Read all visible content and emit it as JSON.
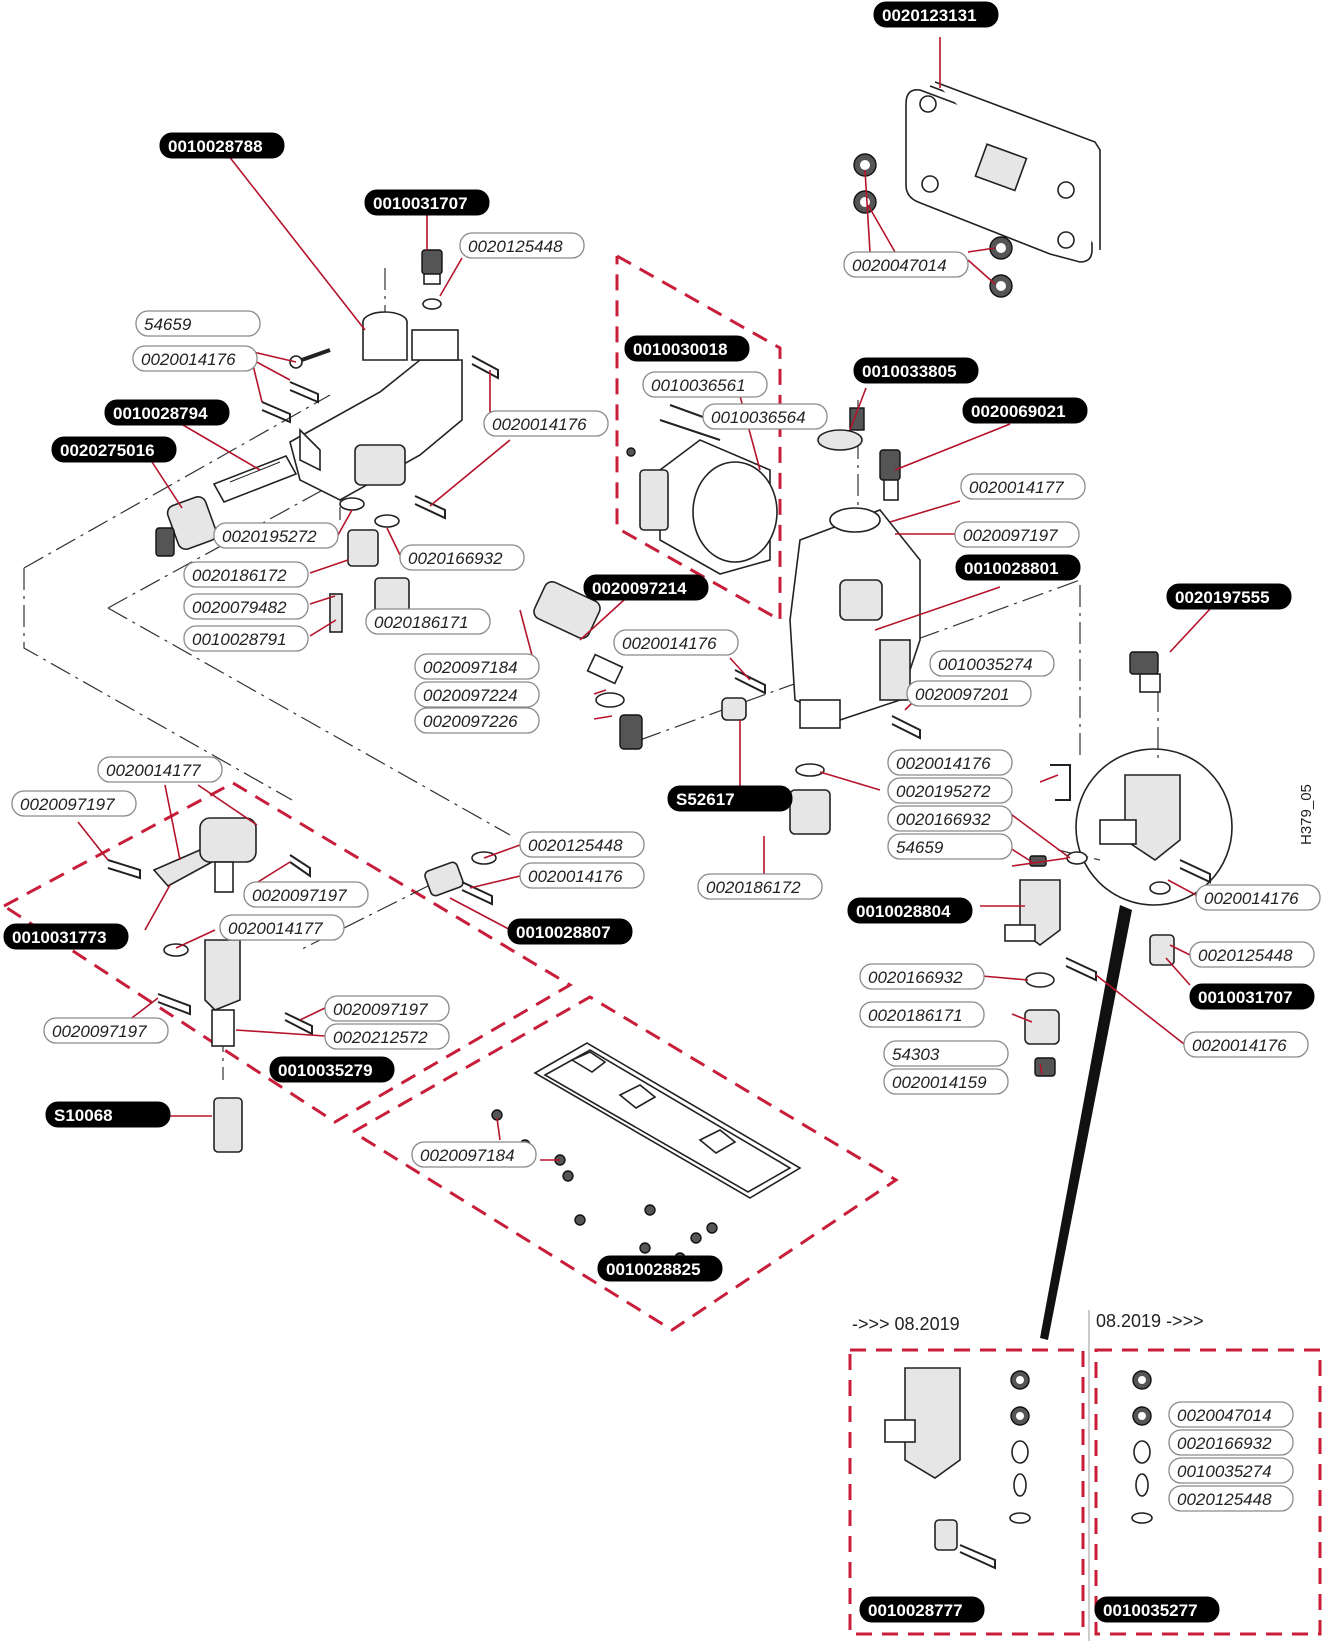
{
  "drawing_code": "H379_05",
  "sections": {
    "before_label": "->>> 08.2019",
    "after_label": "08.2019 ->>>"
  },
  "labels": {
    "l01": "0020123131",
    "l02": "0010028788",
    "l03": "0010031707",
    "l04": "0020125448",
    "l05": "0020047014",
    "l06": "54659",
    "l07": "0020014176",
    "l08": "0010030018",
    "l09": "0010036561",
    "l10": "0010036564",
    "l11": "0010033805",
    "l12": "0020069021",
    "l13": "0010028794",
    "l14": "0020014176",
    "l15": "0020275016",
    "l16": "0020014177",
    "l17": "0020097197",
    "l18": "0020195272",
    "l19": "0020166932",
    "l20": "0010028801",
    "l21": "0020186172",
    "l22": "0020097214",
    "l23": "0020079482",
    "l24": "0020186171",
    "l25": "0010028791",
    "l26": "0020014176",
    "l27": "0020197555",
    "l28": "0010035274",
    "l29": "0020097184",
    "l30": "0020097201",
    "l31": "0020097224",
    "l32": "0020097226",
    "l33": "0020014176",
    "l34": "S52617",
    "l35": "0020195272",
    "l36": "0020014177",
    "l37": "0020166932",
    "l38": "0020097197",
    "l39": "54659",
    "l40": "0020125448",
    "l41": "0020014176",
    "l42": "0020186172",
    "l43": "0020014176",
    "l44": "0020097197",
    "l45": "0010028804",
    "l46": "0010031773",
    "l47": "0020014177",
    "l48": "0010028807",
    "l49": "0020125448",
    "l50": "0010031707",
    "l51": "0020166932",
    "l52": "0020014176",
    "l53": "0020097197",
    "l54": "0020212572",
    "l55": "0020097197",
    "l56": "0020186171",
    "l57": "0010035279",
    "l58": "54303",
    "l59": "0020014159",
    "l60": "S10068",
    "l61": "0020097184",
    "l62": "0010028825",
    "l63": "0020047014",
    "l64": "0020166932",
    "l65": "0010035274",
    "l66": "0020125448",
    "l67": "0010028777",
    "l68": "0010035277"
  }
}
